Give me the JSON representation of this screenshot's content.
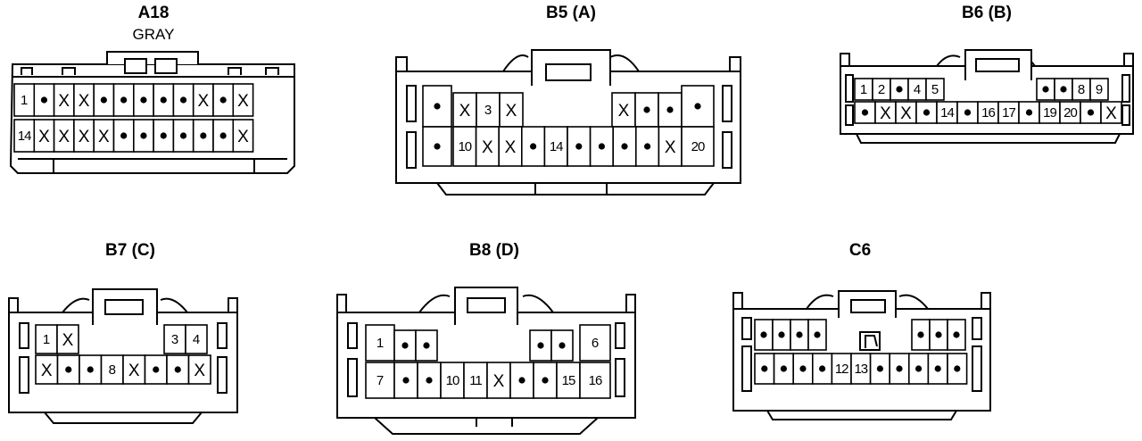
{
  "connectors": [
    {
      "id": "a18",
      "title": "A18",
      "subtitle": "GRAY",
      "rows": [
        [
          "1",
          "•",
          "X",
          "X",
          "•",
          "•",
          "•",
          "•",
          "•",
          "X",
          "•",
          "X"
        ],
        [
          "14",
          "X",
          "X",
          "X",
          "X",
          "•",
          "•",
          "•",
          "•",
          "•",
          "•",
          "X"
        ]
      ]
    },
    {
      "id": "b5",
      "title": "B5 (A)",
      "subtitle": "",
      "rows": [
        [
          "•",
          "X",
          "3",
          "X",
          "X",
          "•",
          "•",
          "•"
        ],
        [
          "•",
          "10",
          "X",
          "X",
          "•",
          "14",
          "•",
          "•",
          "•",
          "•",
          "X",
          "20"
        ]
      ]
    },
    {
      "id": "b6",
      "title": "B6 (B)",
      "subtitle": "",
      "rows": [
        [
          "1",
          "2",
          "•",
          "4",
          "5",
          "•",
          "•",
          "8",
          "9"
        ],
        [
          "•",
          "X",
          "X",
          "•",
          "14",
          "•",
          "16",
          "17",
          "•",
          "19",
          "20",
          "•",
          "X"
        ]
      ]
    },
    {
      "id": "b7",
      "title": "B7 (C)",
      "subtitle": "",
      "rows": [
        [
          "1",
          "X",
          "3",
          "4"
        ],
        [
          "X",
          "•",
          "•",
          "8",
          "X",
          "•",
          "•",
          "X"
        ]
      ]
    },
    {
      "id": "b8",
      "title": "B8 (D)",
      "subtitle": "",
      "rows": [
        [
          "1",
          "•",
          "•",
          "•",
          "•",
          "6"
        ],
        [
          "7",
          "•",
          "•",
          "10",
          "11",
          "X",
          "•",
          "•",
          "15",
          "16"
        ]
      ]
    },
    {
      "id": "c6",
      "title": "C6",
      "subtitle": "",
      "rows": [
        [
          "•",
          "•",
          "•",
          "•",
          "•",
          "•",
          "•"
        ],
        [
          "•",
          "•",
          "•",
          "•",
          "12",
          "13",
          "•",
          "•",
          "•",
          "•",
          "•"
        ]
      ]
    }
  ]
}
